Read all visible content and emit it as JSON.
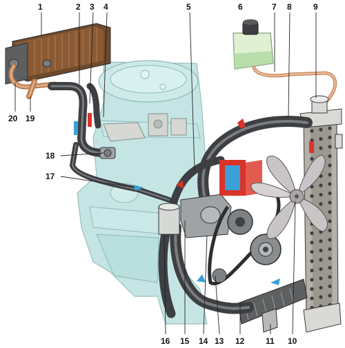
{
  "diagram": {
    "callouts": [
      {
        "id": "1",
        "text": "1"
      },
      {
        "id": "2",
        "text": "2"
      },
      {
        "id": "3",
        "text": "3"
      },
      {
        "id": "4",
        "text": "4"
      },
      {
        "id": "5",
        "text": "5"
      },
      {
        "id": "6",
        "text": "6"
      },
      {
        "id": "7",
        "text": "7"
      },
      {
        "id": "8",
        "text": "8"
      },
      {
        "id": "9",
        "text": "9"
      },
      {
        "id": "10",
        "text": "10"
      },
      {
        "id": "11",
        "text": "11"
      },
      {
        "id": "12",
        "text": "12"
      },
      {
        "id": "13",
        "text": "13"
      },
      {
        "id": "14",
        "text": "14"
      },
      {
        "id": "15",
        "text": "15"
      },
      {
        "id": "16",
        "text": "16"
      },
      {
        "id": "17",
        "text": "17"
      },
      {
        "id": "18",
        "text": "18"
      },
      {
        "id": "19",
        "text": "19"
      },
      {
        "id": "20",
        "text": "20"
      }
    ],
    "colors": {
      "engine_fill": "#bfe3e2",
      "engine_stroke": "#8fb9b8",
      "hose": "#3d3f42",
      "hose_highlight": "#7a7d80",
      "radiator_core": "#b5b0a8",
      "radiator_tank": "#d9dad6",
      "heater_core": "#8a5a35",
      "tank_fill": "#dff1d2",
      "copper_line": "#d49a72",
      "hot_arrow": "#d8342a",
      "cold_arrow": "#3aa0d8",
      "fan_blade": "#c9c4c6",
      "pump_metal": "#9fa3a6"
    }
  }
}
